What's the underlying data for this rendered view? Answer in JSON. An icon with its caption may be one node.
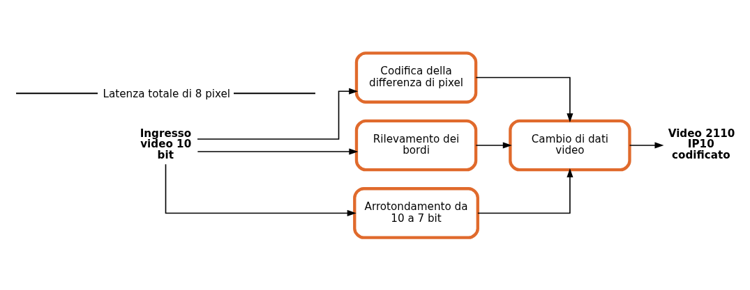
{
  "diagram": {
    "nodes": [
      {
        "text": [
          "Ingresso video 10 bit"
        ]
      },
      {
        "text": [
          "Codifica della differenza di pixel"
        ]
      },
      {
        "text": [
          "Rilevamento dei bordi"
        ]
      },
      {
        "text": [
          "Arrotondamento da 10 a 7 bit"
        ]
      },
      {
        "text": [
          "Cambio di dati video"
        ]
      },
      {
        "text": [
          "Video 2110 IP10 codificato"
        ]
      }
    ],
    "edges": [
      {
        "from": 0,
        "to": 1,
        "arrow": "to"
      },
      {
        "from": 0,
        "to": 2,
        "arrow": "to"
      },
      {
        "from": 0,
        "to": 3,
        "arrow": "to"
      },
      {
        "from": 1,
        "to": 4,
        "arrow": "to"
      },
      {
        "from": 2,
        "to": 4,
        "arrow": "to"
      },
      {
        "from": 3,
        "to": 4,
        "arrow": "to"
      },
      {
        "from": 4,
        "to": 5,
        "arrow": "to"
      }
    ],
    "labels": [
      "Latenza totale di 8 pixel"
    ]
  }
}
